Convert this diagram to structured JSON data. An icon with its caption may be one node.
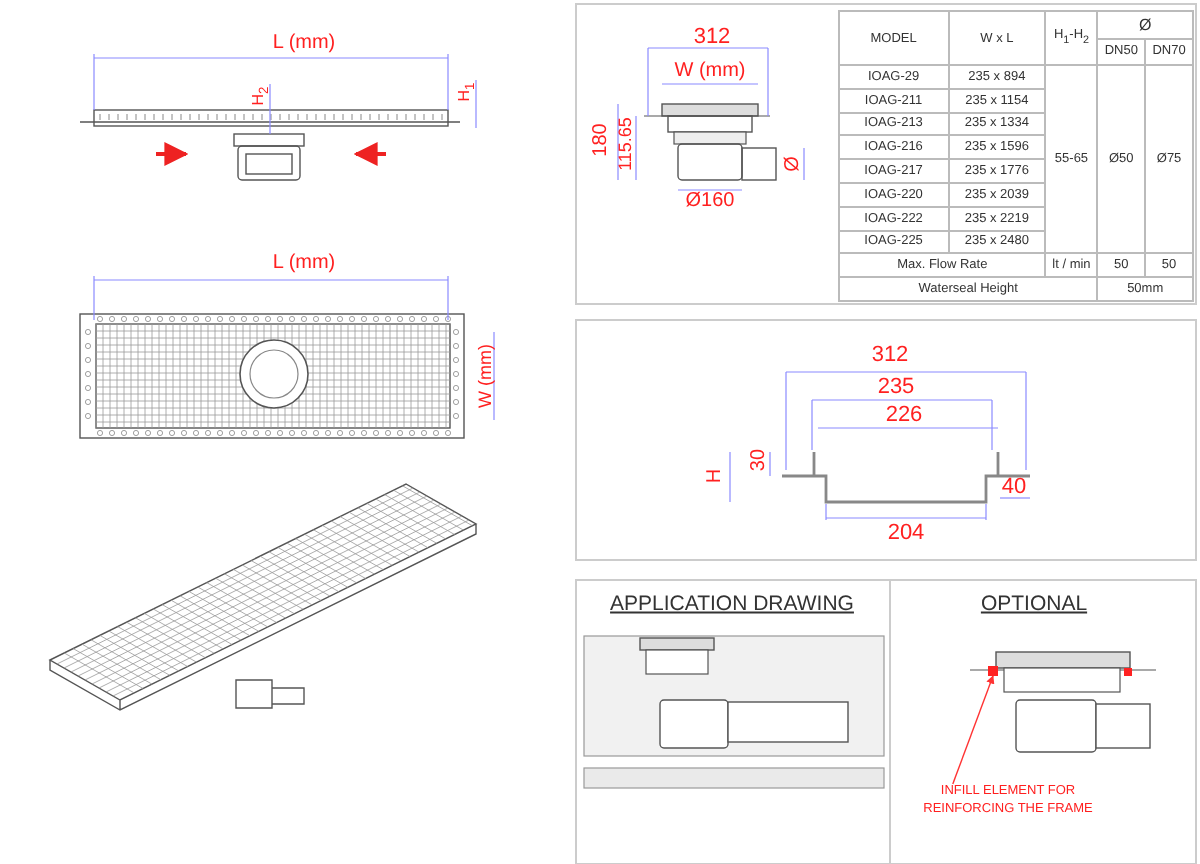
{
  "diagram": {
    "nodes": [
      {
        "text": [
          "INFILL ELEMENT FOR REINFORCING THE FRAME"
        ]
      },
      {
        "text": [],
        "shape": "box"
      }
    ],
    "edges": [
      {
        "from": 0,
        "to": 1,
        "arrow": "to",
        "color": "#ff3333"
      }
    ],
    "labels": [
      "L (mm)",
      "H$_{2}$",
      "H$_{1}$",
      "L (mm)",
      "W (mm)",
      "312",
      "W (mm)",
      "180",
      "115.65",
      "Ø",
      "Ø160",
      "MODEL",
      "W x L",
      "H$_{1}$-H$_{2}$",
      "Ø",
      "DN50",
      "DN70",
      "IOAG-29",
      "235 x 894",
      "55-65",
      "Ø50",
      "Ø75",
      "IOAG-211",
      "235 x 1154",
      "IOAG-213",
      "235 x 1334",
      "IOAG-216",
      "235 x 1596",
      "IOAG-217",
      "235 x 1776",
      "IOAG-220",
      "235 x 2039",
      "IOAG-222",
      "235 x 2219",
      "IOAG-225",
      "235 x 2480",
      "Max. Flow Rate",
      "lt / min",
      "50",
      "50",
      "Waterseal Height",
      "50mm",
      "312",
      "235",
      "226",
      "H",
      "30",
      "40",
      "204",
      "APPLICATION DRAWING",
      "OPTIONAL"
    ]
  }
}
